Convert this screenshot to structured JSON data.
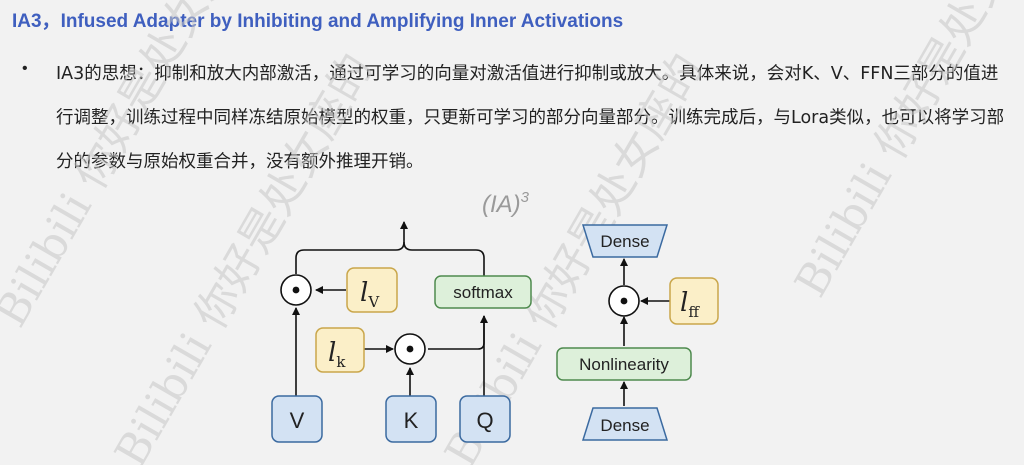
{
  "header": {
    "title": "IA3，Infused Adapter by Inhibiting and Amplifying Inner Activations"
  },
  "content": {
    "bullet_symbol": "•",
    "paragraph": "IA3的思想：抑制和放大内部激活，通过可学习的向量对激活值进行抑制或放大。具体来说，会对K、V、FFN三部分的值进行调整，训练过程中同样冻结原始模型的权重，只更新可学习的部分向量部分。训练完成后，与Lora类似，也可以将学习部分的参数与原始权重合并，没有额外推理开销。"
  },
  "diagram": {
    "title_base": "(IA)",
    "title_sup": "3",
    "left": {
      "inputs": [
        "V",
        "K",
        "Q"
      ],
      "vector_v_base": "l",
      "vector_v_sub": "V",
      "vector_k_base": "l",
      "vector_k_sub": "k",
      "softmax_label": "softmax",
      "dot_symbol": "⊙"
    },
    "right": {
      "top_label": "Dense",
      "bottom_label": "Dense",
      "nonlinearity_label": "Nonlinearity",
      "vector_ff_base": "l",
      "vector_ff_sub": "ff",
      "dot_symbol": "⊙"
    }
  },
  "watermark": {
    "text": "Bilibili 你好是处女座的"
  },
  "colors": {
    "title": "#3f5fbf",
    "blue_box_fill": "#d3e2f3",
    "blue_box_stroke": "#3b6aa0",
    "yellow_box_fill": "#fbefc8",
    "yellow_box_stroke": "#c9a64a",
    "green_box_fill": "#ddf0da",
    "green_box_stroke": "#4e8a4e"
  }
}
